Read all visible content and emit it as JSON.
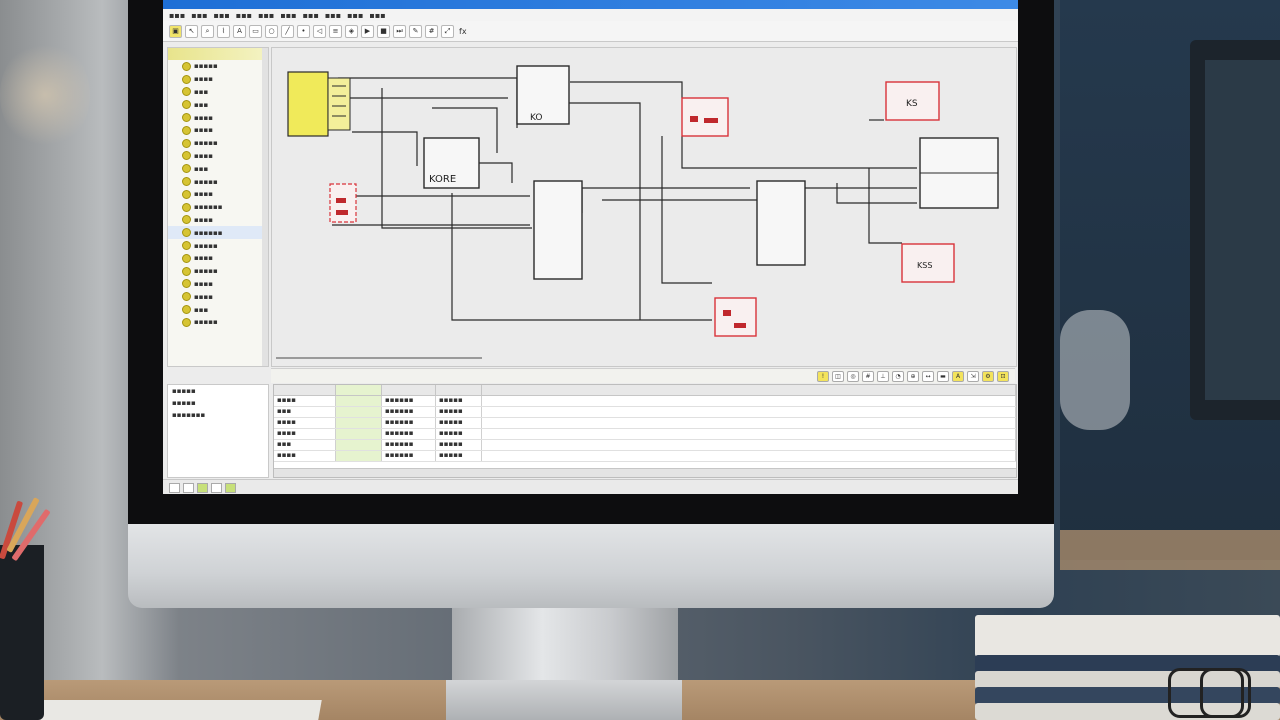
{
  "scene": {
    "description_type": "photo-of-monitor",
    "accent_colors": {
      "titlebar": "#1e6fd6",
      "block_yellow": "#f0ea5a",
      "relay_red": "#d9323a"
    }
  },
  "app": {
    "menu": [
      "",
      "",
      "",
      "",
      "",
      "",
      "",
      "",
      "",
      ""
    ],
    "toolbar": {
      "icons": [
        "box-icon",
        "cursor-icon",
        "zoom-icon",
        "wire-icon",
        "text-icon",
        "rect-icon",
        "circle-icon",
        "line-icon",
        "node-icon",
        "port-icon",
        "bus-icon",
        "label-icon",
        "run-icon",
        "stop-icon",
        "step-icon",
        "probe-icon",
        "grid-icon",
        "fit-icon"
      ],
      "trailing_label": "fx"
    },
    "sidebar": {
      "header": "",
      "items": [
        "",
        "",
        "",
        "",
        "",
        "",
        "",
        "",
        "",
        "",
        "",
        "",
        "",
        "",
        "",
        "",
        "",
        "",
        "",
        "",
        ""
      ]
    },
    "schematic": {
      "blocks": [
        {
          "id": "source",
          "label": ""
        },
        {
          "id": "relay-a",
          "label": "KS"
        },
        {
          "id": "ic-1",
          "label": "KO"
        },
        {
          "id": "ic-2",
          "label": "KORE"
        },
        {
          "id": "ic-3",
          "label": ""
        },
        {
          "id": "ic-4",
          "label": ""
        },
        {
          "id": "ic-5",
          "label": ""
        },
        {
          "id": "relay-b",
          "label": ""
        },
        {
          "id": "relay-c",
          "label": "KSS"
        },
        {
          "id": "relay-d",
          "label": ""
        },
        {
          "id": "relay-e",
          "label": ""
        },
        {
          "id": "relay-left",
          "label": ""
        }
      ]
    },
    "properties": [
      "",
      "",
      ""
    ],
    "table": {
      "columns": [
        "",
        "",
        "",
        "",
        ""
      ],
      "rows": [
        [
          "",
          "",
          "",
          "",
          ""
        ],
        [
          "",
          "",
          "",
          "",
          ""
        ],
        [
          "",
          "",
          "",
          "",
          ""
        ],
        [
          "",
          "",
          "",
          "",
          ""
        ],
        [
          "",
          "",
          "",
          "",
          ""
        ],
        [
          "",
          "",
          "",
          "",
          ""
        ]
      ]
    }
  }
}
